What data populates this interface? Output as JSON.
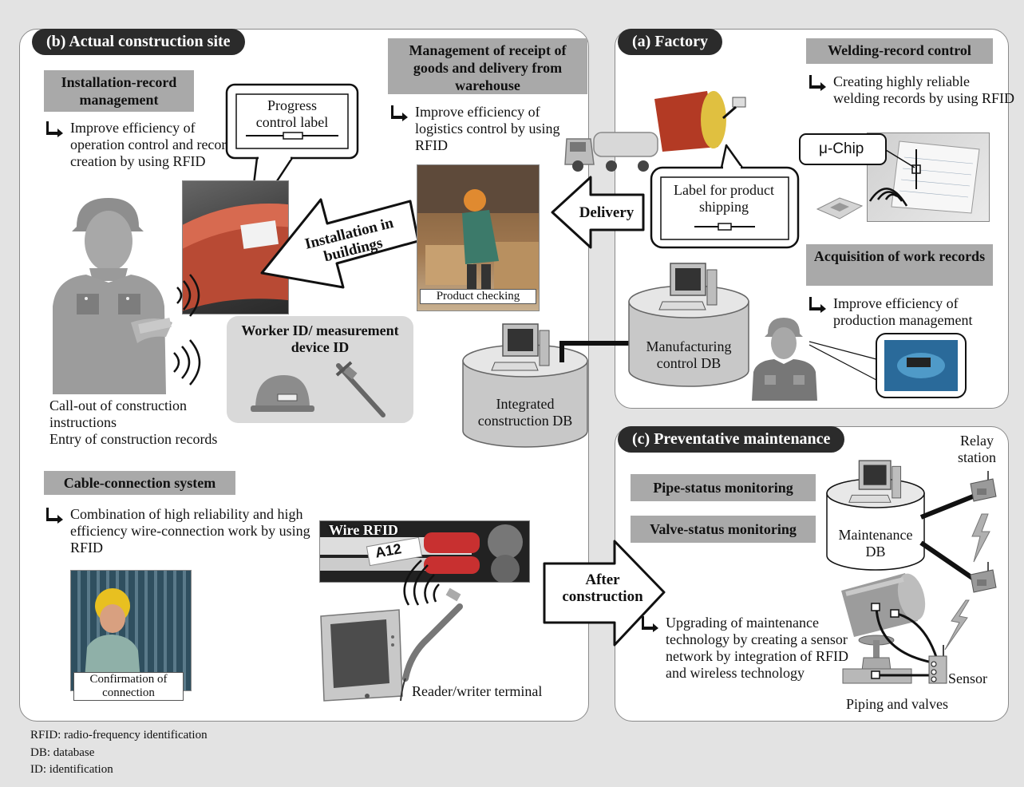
{
  "panels": {
    "site": {
      "title": "(b) Actual construction site"
    },
    "factory": {
      "title": "(a) Factory"
    },
    "maintenance": {
      "title": "(c) Preventative maintenance"
    }
  },
  "site": {
    "install_box": "Installation-record management",
    "install_desc": "Improve efficiency of operation control and record creation by using RFID",
    "progress_label": "Progress control label",
    "mgmt_box": "Management of receipt of goods and delivery from warehouse",
    "mgmt_desc": "Improve efficiency of logistics control by using RFID",
    "product_checking": "Product checking",
    "installation_arrow": "Installation in buildings",
    "worker_id": "Worker ID/ measurement device ID",
    "callout": "Call-out of construction instructions",
    "entry": "Entry of construction records",
    "cable_box": "Cable-connection system",
    "cable_desc": "Combination of high reliability and high efficiency wire-connection work by using RFID",
    "confirmation": "Confirmation of connection",
    "wire_rfid": "Wire RFID",
    "wire_tag": "A12",
    "reader": "Reader/writer terminal",
    "integrated_db": "Integrated construction DB"
  },
  "factory": {
    "welding_box": "Welding-record control",
    "welding_desc": "Creating highly reliable welding records by using RFID",
    "chip": "μ-Chip",
    "label_shipping": "Label for product shipping",
    "delivery": "Delivery",
    "acq_box": "Acquisition of work records",
    "acq_desc": "Improve efficiency of production management",
    "mfg_db": "Manufacturing control DB"
  },
  "maintenance": {
    "relay": "Relay station",
    "pipe_box": "Pipe-status monitoring",
    "valve_box": "Valve-status monitoring",
    "db": "Maintenance DB",
    "after": "After construction",
    "upgrade_desc": "Upgrading of maintenance technology by creating a sensor network by integration of RFID and wireless technology",
    "sensor": "Sensor",
    "piping": "Piping and valves"
  },
  "footer": {
    "rfid": "RFID: radio-frequency identification",
    "db": "DB: database",
    "id": "ID: identification"
  },
  "colors": {
    "pill": "#2b2b2b",
    "gray_box": "#a9a9a9",
    "background": "#e3e3e3"
  },
  "icons": [
    "bullet-arrow-icon",
    "computer-icon",
    "worker-silhouette-icon",
    "radio-wave-icon",
    "helmet-icon",
    "caliper-icon",
    "truck-icon",
    "tablet-icon",
    "pipe-icon",
    "valve-icon",
    "sensor-icon",
    "relay-station-icon",
    "lightning-icon"
  ]
}
